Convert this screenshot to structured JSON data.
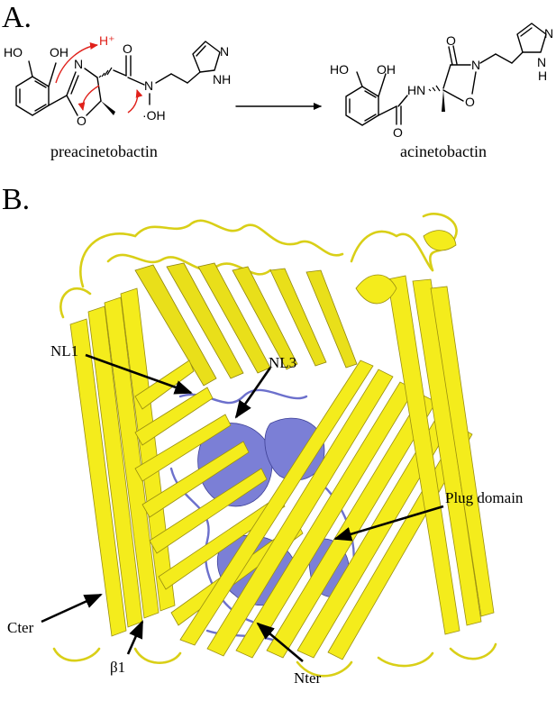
{
  "panel_a": {
    "letter": "A.",
    "reactant_name": "preacinetobactin",
    "product_name": "acinetobactin",
    "atoms": {
      "ho": "HO",
      "oh": "OH",
      "h_plus": "H⁺",
      "n": "N",
      "o": "O",
      "oh_radical": "·OH",
      "nh": "NH",
      "hn": "HN",
      "h": "H"
    }
  },
  "panel_b": {
    "letter": "B.",
    "labels": {
      "nl1": "NL1",
      "nl3": "NL3",
      "plug": "Plug domain",
      "cter": "Cter",
      "beta1": "β1",
      "nter": "Nter"
    }
  },
  "colors": {
    "barrel": "#f4ec1c",
    "plug": "#7b7fd6",
    "mechanism_arrows": "#e0211b"
  }
}
